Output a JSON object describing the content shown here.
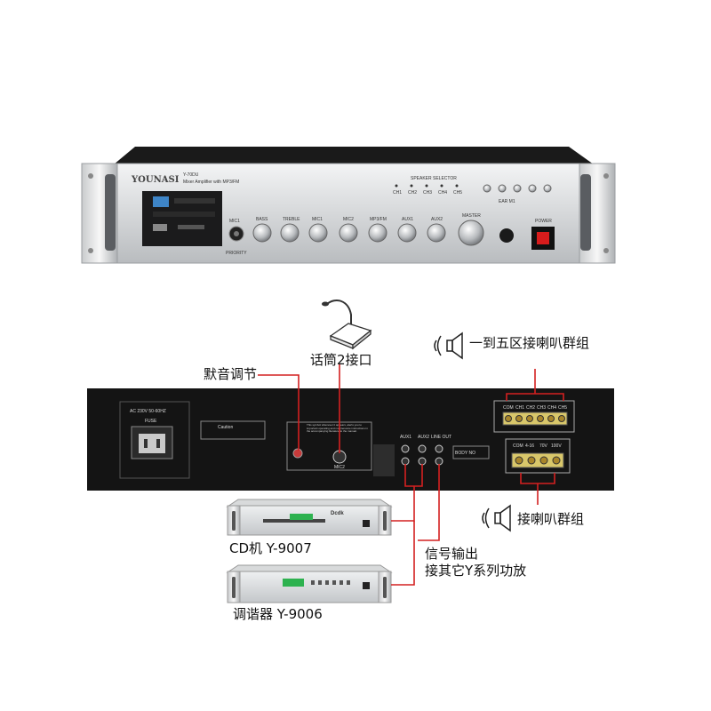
{
  "front_panel": {
    "brand": "YOUNASI",
    "model": "Y-70DU",
    "subtitle": "Mixer Amplifier with MP3/FM",
    "speaker_selector": "SPEAKER SELECTOR",
    "zones": [
      "CH1",
      "CH2",
      "CH3",
      "CH4",
      "CH5"
    ],
    "knobs": [
      "MIC1",
      "BASS",
      "TREBLE",
      "MIC1",
      "MIC2",
      "MP3/FM",
      "AUX1",
      "AUX2",
      "MASTER"
    ],
    "jack_label": "EAR M1",
    "power_label": "POWER",
    "priority_label": "PRIORITY"
  },
  "rear_panel": {
    "ac_label": "AC 230V 50-60HZ",
    "fuse_label": "FUSE",
    "caution_label": "Caution",
    "warning_text": "This symbol whenever it appears, alerts you to important operating and maintenance instructions in the accompanying literature to the manual.",
    "ports": [
      "AUX1",
      "AUX2",
      "LINE OUT"
    ],
    "body_no": "BODY NO",
    "zone_terminals": [
      "COM",
      "CH1",
      "CH2",
      "CH3",
      "CH4",
      "CH5"
    ],
    "output_terminals": [
      "COM",
      "4-16",
      "70V",
      "100V"
    ],
    "mic2_label": "MIC2"
  },
  "cd_player": {
    "brand": "Dcdk"
  },
  "callouts": {
    "mute": "默音调节",
    "mic2": "话筒2接口",
    "zones": "一到五区接喇叭群组",
    "speaker": "接喇叭群组",
    "signal_line1": "信号输出",
    "signal_line2": "接其它Y系列功放",
    "cd": "CD机 Y-9007",
    "tuner": "调谐器 Y-9006"
  },
  "colors": {
    "wire": "#d42020",
    "panel_dark": "#111111",
    "panel_silver": "#d8dadc"
  }
}
